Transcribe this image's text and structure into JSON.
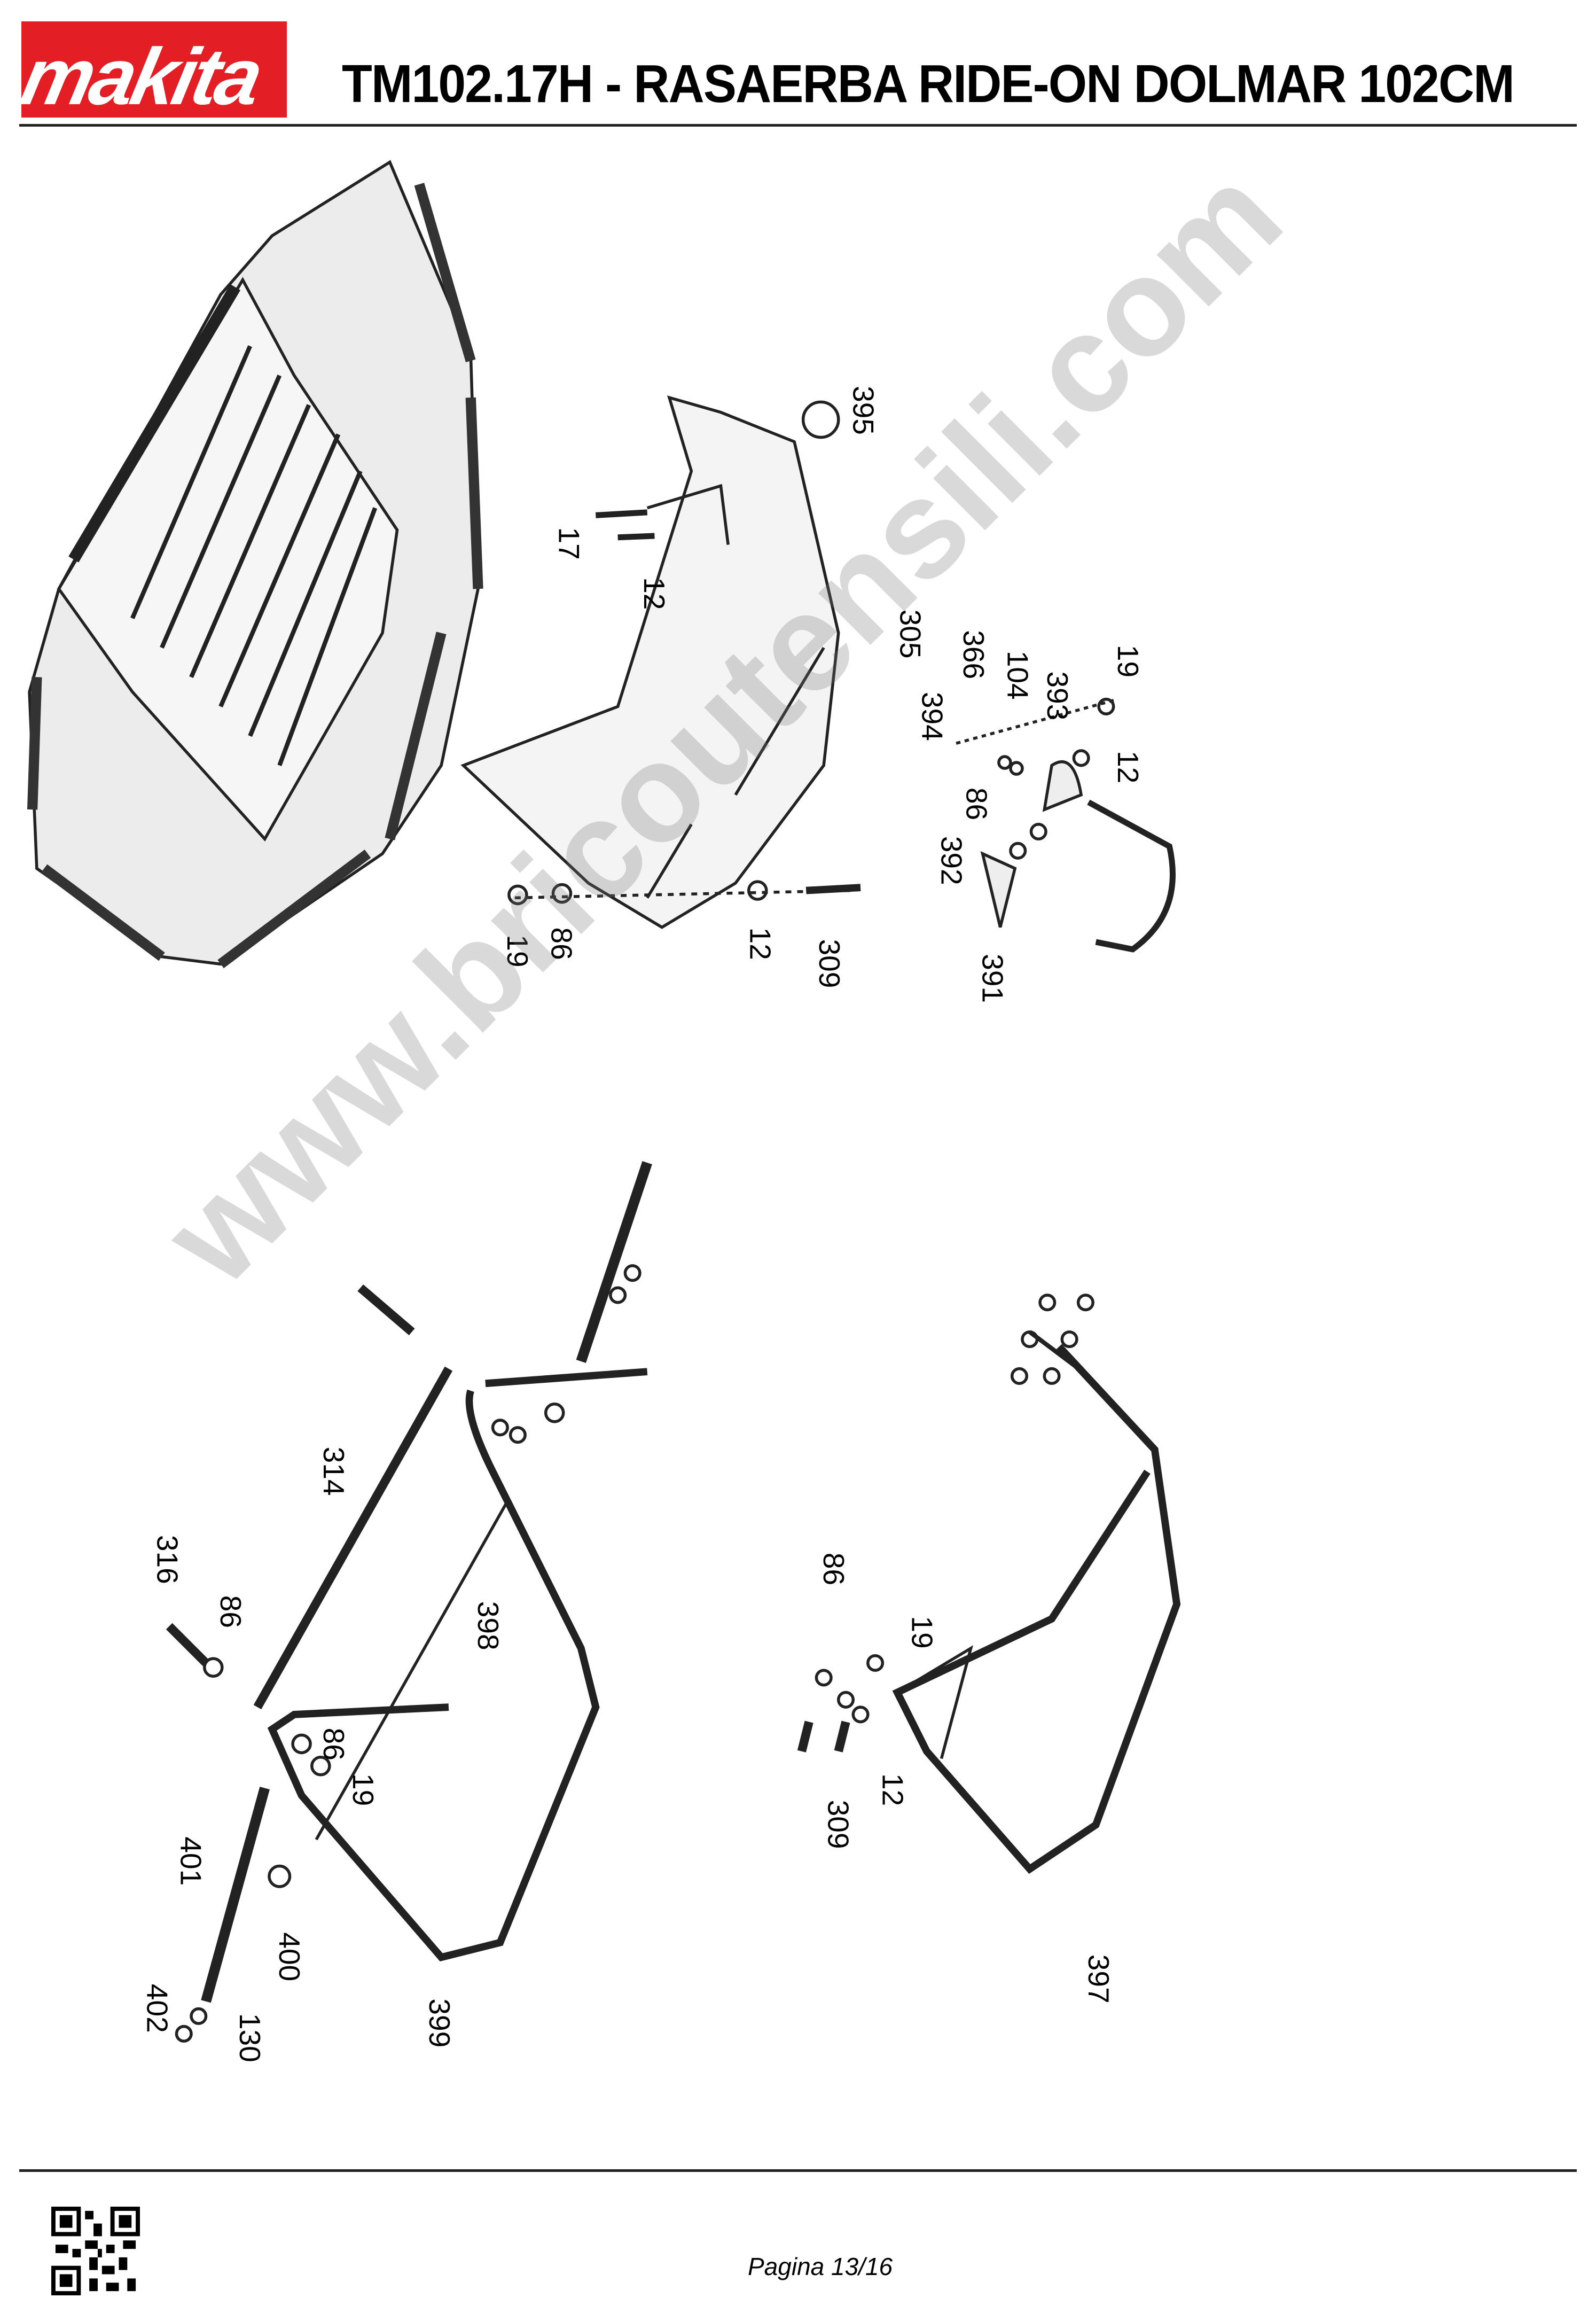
{
  "header": {
    "brand": "makita",
    "title": "TM102.17H - RASAERBA RIDE-ON DOLMAR 102CM",
    "brand_color": "#e31e24"
  },
  "diagram": {
    "labels_top": [
      "395",
      "17",
      "12",
      "305",
      "366",
      "104",
      "393",
      "19",
      "394",
      "12",
      "86",
      "392",
      "391",
      "19",
      "86",
      "12",
      "309"
    ],
    "labels_bottom_left": [
      "314",
      "316",
      "86",
      "398",
      "86",
      "19",
      "401",
      "400",
      "402",
      "130",
      "399"
    ],
    "labels_bottom_right": [
      "86",
      "19",
      "12",
      "309",
      "397"
    ]
  },
  "watermark": "www.bricoutensili.com",
  "footer": {
    "page": "Pagina 13/16",
    "qr_icon": "qr-code-icon"
  }
}
